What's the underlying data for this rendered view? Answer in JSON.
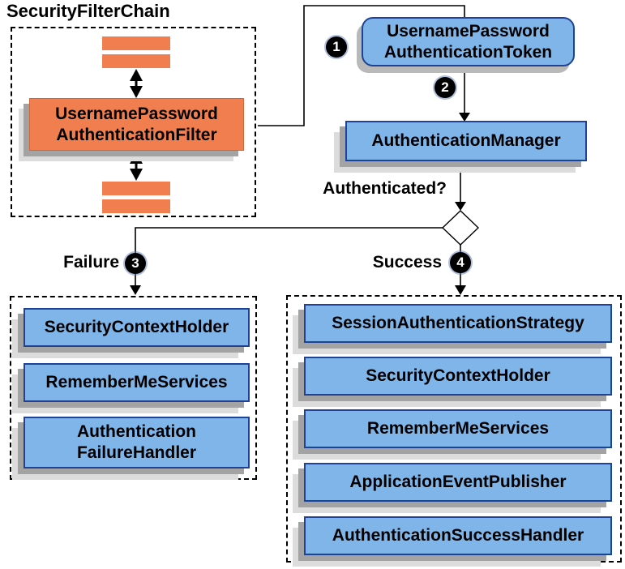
{
  "title": "SecurityFilterChain",
  "filter": {
    "line1": "UsernamePassword",
    "line2": "AuthenticationFilter"
  },
  "token": {
    "line1": "UsernamePassword",
    "line2": "AuthenticationToken"
  },
  "manager": {
    "label": "AuthenticationManager"
  },
  "labels": {
    "authenticated": "Authenticated?",
    "failure": "Failure",
    "success": "Success"
  },
  "badges": [
    "1",
    "2",
    "3",
    "4"
  ],
  "failure_column": {
    "boxes": [
      {
        "line1": "SecurityContextHolder",
        "line2": ""
      },
      {
        "line1": "RememberMeServices",
        "line2": ""
      },
      {
        "line1": "Authentication",
        "line2": "FailureHandler"
      }
    ]
  },
  "success_column": {
    "boxes": [
      {
        "line1": "SessionAuthenticationStrategy",
        "line2": ""
      },
      {
        "line1": "SecurityContextHolder",
        "line2": ""
      },
      {
        "line1": "RememberMeServices",
        "line2": ""
      },
      {
        "line1": "ApplicationEventPublisher",
        "line2": ""
      },
      {
        "line1": "AuthenticationSuccessHandler",
        "line2": ""
      }
    ]
  },
  "colors": {
    "orange": "#f07e4e",
    "orange_border": "#d4673a",
    "blue": "#7fb5e9",
    "blue_border": "#1e4396",
    "shadow_dark": "#a3a3a3",
    "shadow_mid": "#b9b9b9",
    "shadow_light": "#dcdcdc",
    "diamond_fill": "#ffffff",
    "line": "#000000"
  }
}
